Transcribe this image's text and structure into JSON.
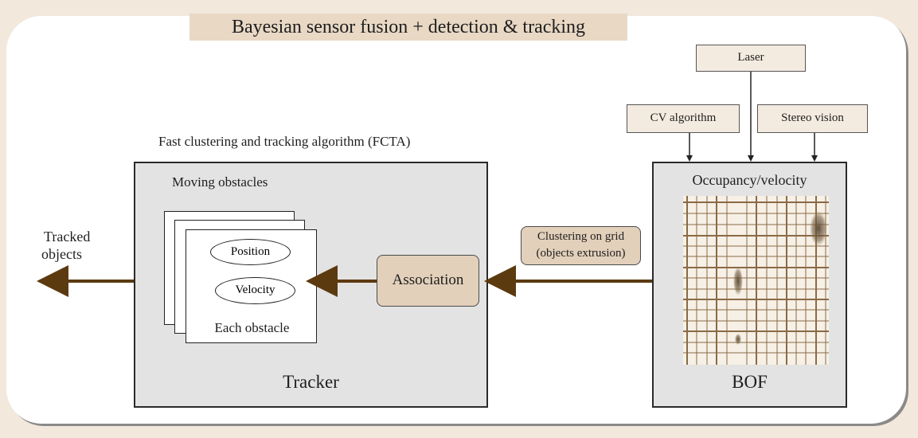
{
  "title": "Bayesian sensor fusion + detection & tracking",
  "sensors": {
    "laser": "Laser",
    "cv_algorithm": "CV algorithm",
    "stereo_vision": "Stereo vision"
  },
  "fcta_label": "Fast clustering and tracking algorithm (FCTA)",
  "tracker": {
    "moving_obstacles": "Moving obstacles",
    "position": "Position",
    "velocity": "Velocity",
    "each_obstacle": "Each obstacle",
    "association": "Association",
    "name": "Tracker"
  },
  "bof": {
    "occupancy_label": "Occupancy/velocity",
    "name": "BOF"
  },
  "clustering": {
    "line1": "Clustering on grid",
    "line2": "(objects extrusion)"
  },
  "output": {
    "line1": "Tracked",
    "line2": "objects"
  },
  "colors": {
    "arrow": "#5c3a10",
    "tan": "#e3d0bb",
    "panel_bg": "#f2e8dc"
  }
}
